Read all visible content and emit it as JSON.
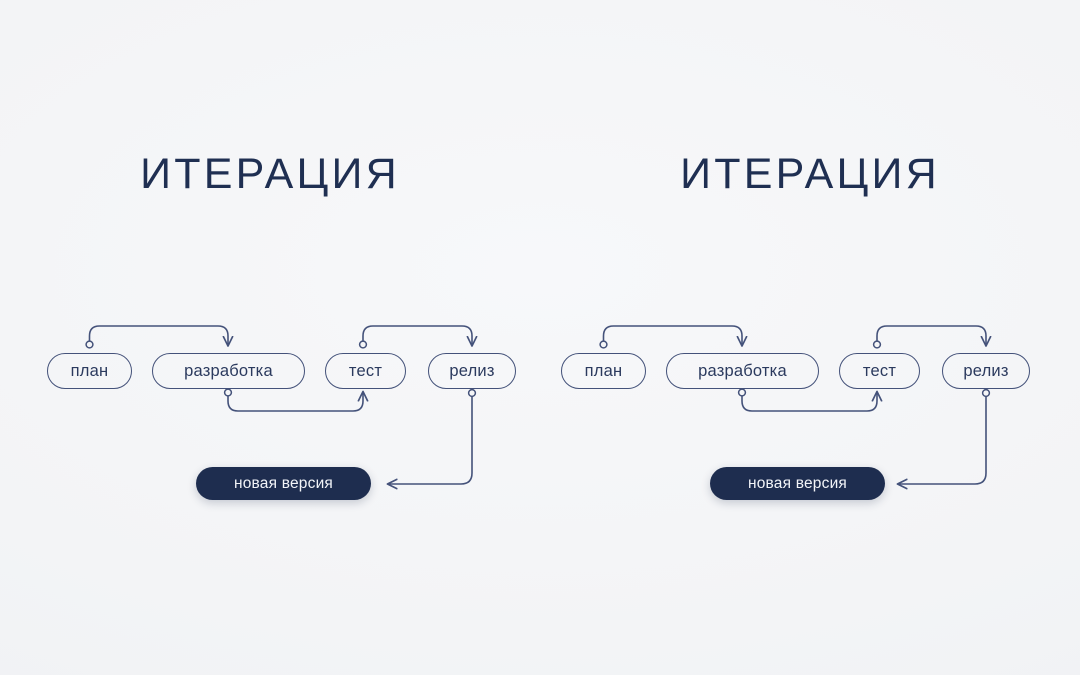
{
  "canvas": {
    "background_color": "#f4f5f7",
    "stroke_color": "#44527a",
    "text_color": "#2b3a5e",
    "title_color": "#1f2f52",
    "badge_fill": "#1e2d4f",
    "badge_text_color": "#f2f4f8"
  },
  "panels": [
    {
      "title": "ИТЕРАЦИЯ",
      "nodes": {
        "plan": "план",
        "development": "разработка",
        "test": "тест",
        "release": "релиз"
      },
      "badge": "новая версия",
      "connections": [
        {
          "from": "план",
          "to": "разработка",
          "marker_start": "circle",
          "marker_end": "arrow",
          "route": "over-top"
        },
        {
          "from": "разработка",
          "to": "тест",
          "marker_start": "circle",
          "marker_end": "arrow",
          "route": "under-bottom"
        },
        {
          "from": "тест",
          "to": "релиз",
          "marker_start": "circle",
          "marker_end": "arrow",
          "route": "over-top"
        },
        {
          "from": "релиз",
          "to": "новая версия",
          "marker_start": "circle",
          "marker_end": "arrow",
          "route": "down-then-left"
        }
      ]
    },
    {
      "title": "ИТЕРАЦИЯ",
      "nodes": {
        "plan": "план",
        "development": "разработка",
        "test": "тест",
        "release": "релиз"
      },
      "badge": "новая версия",
      "connections": [
        {
          "from": "план",
          "to": "разработка",
          "marker_start": "circle",
          "marker_end": "arrow",
          "route": "over-top"
        },
        {
          "from": "разработка",
          "to": "тест",
          "marker_start": "circle",
          "marker_end": "arrow",
          "route": "under-bottom"
        },
        {
          "from": "тест",
          "to": "релиз",
          "marker_start": "circle",
          "marker_end": "arrow",
          "route": "over-top"
        },
        {
          "from": "релиз",
          "to": "новая версия",
          "marker_start": "circle",
          "marker_end": "arrow",
          "route": "down-then-left"
        }
      ]
    }
  ]
}
